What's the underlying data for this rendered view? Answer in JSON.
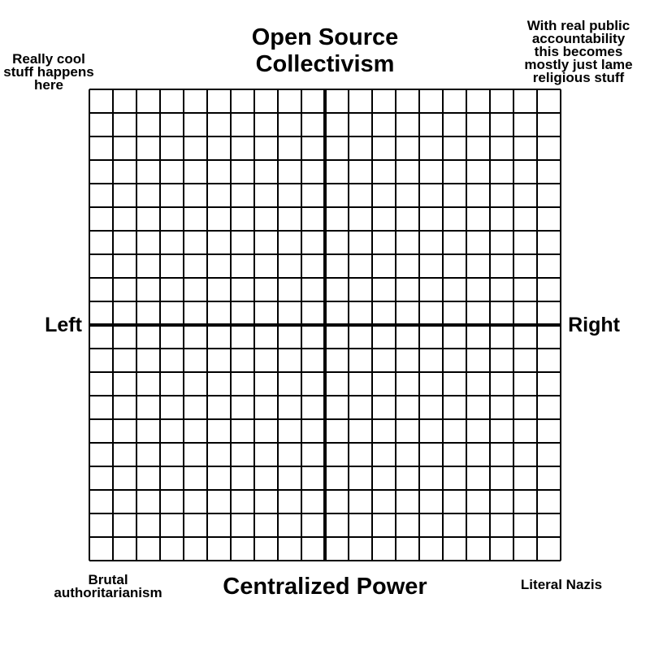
{
  "diagram": {
    "top_label": "Open Source\nCollectivism",
    "bottom_label": "Centralized Power",
    "left_label": "Left",
    "right_label": "Right",
    "corners": {
      "top_left": "Really cool\nstuff happens\nhere",
      "top_right": "With real public\naccountability\nthis becomes\nmostly just lame\nreligious stuff",
      "bottom_left": "Brutal\nauthoritarianism",
      "bottom_right": "Literal Nazis"
    },
    "grid": {
      "columns": 20,
      "rows": 20,
      "line_color": "#000000",
      "background_color": "#ffffff"
    }
  }
}
